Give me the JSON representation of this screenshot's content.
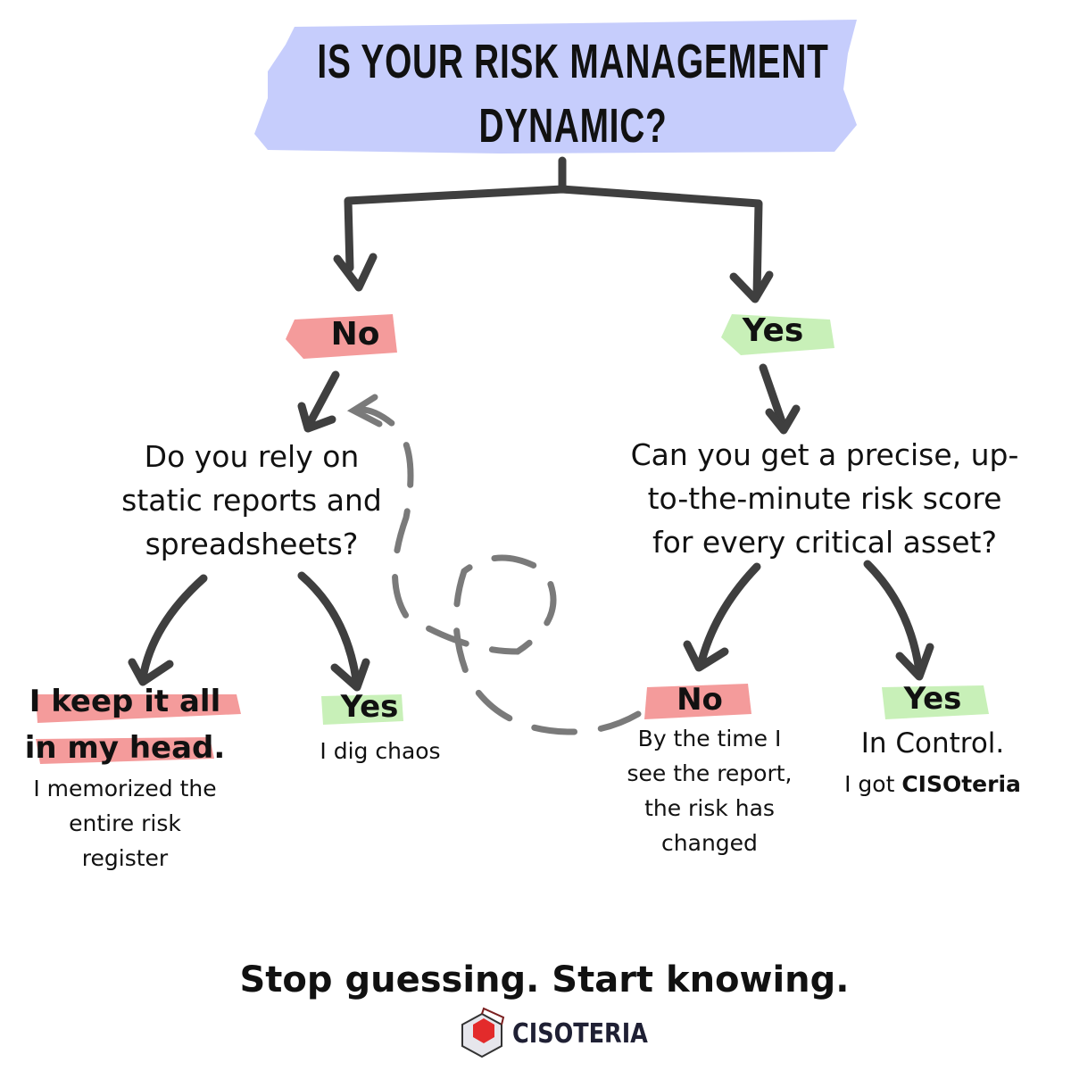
{
  "title": {
    "line1": "IS YOUR RISK MANAGEMENT",
    "line2": "DYNAMIC?"
  },
  "branches": {
    "no": {
      "label": "No",
      "question": [
        "Do you rely on",
        "static reports and",
        "spreadsheets?"
      ],
      "no_outcome": {
        "heading": [
          "I keep it all",
          "in my head."
        ],
        "text": [
          "I memorized the",
          "entire risk",
          "register"
        ]
      },
      "yes_outcome": {
        "label": "Yes",
        "text": "I dig chaos"
      }
    },
    "yes": {
      "label": "Yes",
      "question": [
        "Can you get a precise, up-",
        "to-the-minute risk score",
        "for every critical asset?"
      ],
      "no_outcome": {
        "label": "No",
        "text": [
          "By the time I",
          "see the report,",
          "the risk has",
          "changed"
        ]
      },
      "yes_outcome": {
        "label": "Yes",
        "heading": "In Control.",
        "text_prefix": "I got ",
        "text_brand": "CISOteria"
      }
    }
  },
  "footer": {
    "tagline": "Stop guessing. Start knowing.",
    "brand": "CISOTERIA"
  },
  "colors": {
    "title_highlight": "#c6cdfc",
    "no_highlight": "#f49b9b",
    "yes_highlight": "#c8f0b8",
    "arrow": "#3f3f3f",
    "dashed": "#7a7a7a"
  }
}
